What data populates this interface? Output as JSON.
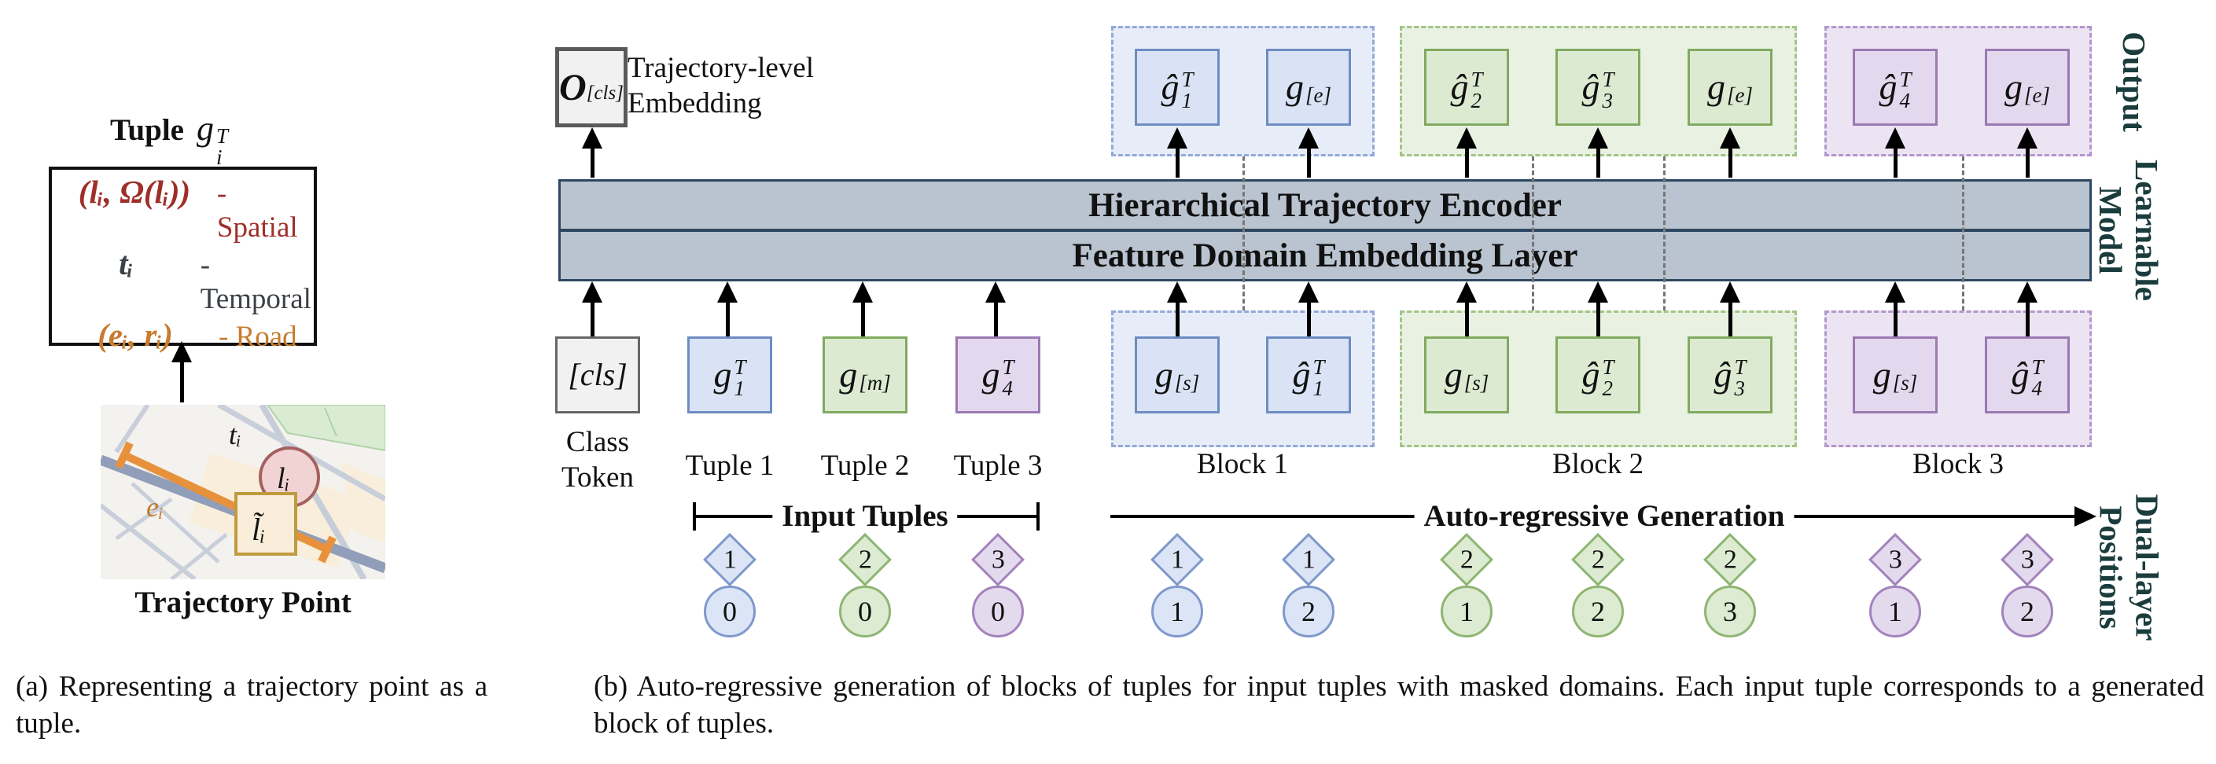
{
  "panel_a": {
    "heading_word": "Tuple",
    "heading_formula": {
      "base": "g",
      "sup": "T",
      "sub": "i"
    },
    "tuple_rows": [
      {
        "formula": "(lᵢ, Ω(lᵢ))",
        "label": "- Spatial"
      },
      {
        "formula": "tᵢ",
        "label": "- Temporal"
      },
      {
        "formula": "(eᵢ, rᵢ)",
        "label": "- Road"
      }
    ],
    "map": {
      "t_label": "tᵢ",
      "e_label": "eᵢ",
      "l_label": "lᵢ",
      "l_tilde_label": "l̃ᵢ"
    },
    "map_title": "Trajectory Point",
    "caption": "(a) Representing a trajectory point as a tuple."
  },
  "panel_b": {
    "bars": {
      "encoder": "Hierarchical Trajectory Encoder",
      "embedding": "Feature Domain Embedding Layer"
    },
    "o_cls": {
      "base": "O",
      "sub": "[cls]"
    },
    "cls_note": {
      "line1": "Trajectory-level",
      "line2": "Embedding"
    },
    "output_tokens": [
      {
        "base": "ĝ",
        "sup": "T",
        "sub": "1"
      },
      {
        "base": "g",
        "sub": "[e]"
      },
      {
        "base": "ĝ",
        "sup": "T",
        "sub": "2"
      },
      {
        "base": "ĝ",
        "sup": "T",
        "sub": "3"
      },
      {
        "base": "g",
        "sub": "[e]"
      },
      {
        "base": "ĝ",
        "sup": "T",
        "sub": "4"
      },
      {
        "base": "g",
        "sub": "[e]"
      }
    ],
    "input_tokens": [
      {
        "base": "[cls]"
      },
      {
        "base": "g",
        "sup": "T",
        "sub": "1"
      },
      {
        "base": "g",
        "sub": "[m]"
      },
      {
        "base": "g",
        "sup": "T",
        "sub": "4"
      },
      {
        "base": "g",
        "sub": "[s]"
      },
      {
        "base": "ĝ",
        "sup": "T",
        "sub": "1"
      },
      {
        "base": "g",
        "sub": "[s]"
      },
      {
        "base": "ĝ",
        "sup": "T",
        "sub": "2"
      },
      {
        "base": "ĝ",
        "sup": "T",
        "sub": "3"
      },
      {
        "base": "g",
        "sub": "[s]"
      },
      {
        "base": "ĝ",
        "sup": "T",
        "sub": "4"
      }
    ],
    "labels": {
      "class_token_line1": "Class",
      "class_token_line2": "Token",
      "tuple_labels": [
        "Tuple 1",
        "Tuple 2",
        "Tuple 3"
      ],
      "block_labels": [
        "Block 1",
        "Block 2",
        "Block 3"
      ],
      "input_tuples": "Input Tuples",
      "autoregressive": "Auto-regressive Generation"
    },
    "side_labels": {
      "output": "Output",
      "learnable_line1": "Learnable",
      "learnable_line2": "Model",
      "dual_line1": "Dual-layer",
      "dual_line2": "Positions"
    },
    "dual_positions": [
      {
        "diamond": "1",
        "circle": "0"
      },
      {
        "diamond": "2",
        "circle": "0"
      },
      {
        "diamond": "3",
        "circle": "0"
      },
      {
        "diamond": "1",
        "circle": "1"
      },
      {
        "diamond": "1",
        "circle": "2"
      },
      {
        "diamond": "2",
        "circle": "1"
      },
      {
        "diamond": "2",
        "circle": "2"
      },
      {
        "diamond": "2",
        "circle": "3"
      },
      {
        "diamond": "3",
        "circle": "1"
      },
      {
        "diamond": "3",
        "circle": "2"
      }
    ],
    "caption": "(b) Auto-regressive generation of blocks of tuples for input tuples with masked domains. Each input tuple corresponds to a generated block of tuples."
  },
  "colors": {
    "blue_fill": "#d9e3f5",
    "blue_border": "#6e8cc2",
    "green_fill": "#dcead2",
    "green_border": "#81aa60",
    "purple_fill": "#e3d8ed",
    "purple_border": "#9b79b3",
    "bar_fill": "#b9c4d0",
    "bar_border": "#2c4761",
    "side_label_color": "#1b3c3c",
    "spatial_color": "#9e2f28",
    "temporal_color": "#3c4147",
    "road_color": "#c77c2e",
    "trajectory_orange": "#e8913c",
    "map_road": "#919eb9"
  }
}
